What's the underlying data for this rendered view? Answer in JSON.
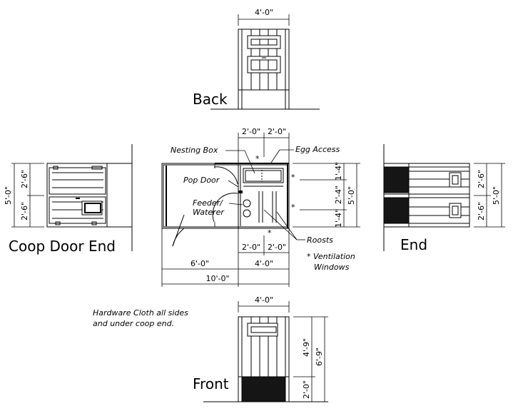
{
  "views": {
    "back": {
      "title": "Back",
      "width_dim": "4'-0\""
    },
    "front": {
      "title": "Front",
      "width_dim": "4'-0\"",
      "upper_dim": "4'-9\"",
      "lower_dim": "2'-0\"",
      "total_dim": "6'-9\""
    },
    "coop_door_end": {
      "title": "Coop Door End",
      "upper_dim": "2'-6\"",
      "lower_dim": "2'-6\"",
      "total_dim": "5'-0\""
    },
    "end": {
      "title": "End",
      "upper_dim": "2'-6\"",
      "lower_dim": "2'-6\"",
      "total_dim": "5'-0\""
    },
    "plan": {
      "top_dims": [
        "2'-0\"",
        "2'-0\""
      ],
      "bottom_dims": [
        "2'-0\"",
        "2'-0\""
      ],
      "run_dims": [
        "6'-0\"",
        "4'-0\""
      ],
      "overall_dim": "10'-0\"",
      "right_dims": [
        "1'-4\"",
        "2'-4\"",
        "1'-4\""
      ],
      "right_total": "5'-0\"",
      "labels": {
        "nesting_box": "Nesting Box",
        "egg_access": "Egg Access",
        "pop_door": "Pop Door",
        "feeder_1": "Feeder/",
        "feeder_2": "Waterer",
        "roosts": "Roosts",
        "ventilation_1": "* Ventilation",
        "ventilation_2": "Windows",
        "asterisk": "*"
      }
    }
  },
  "notes": {
    "line1": "Hardware Cloth all sides",
    "line2": "and under coop end."
  }
}
